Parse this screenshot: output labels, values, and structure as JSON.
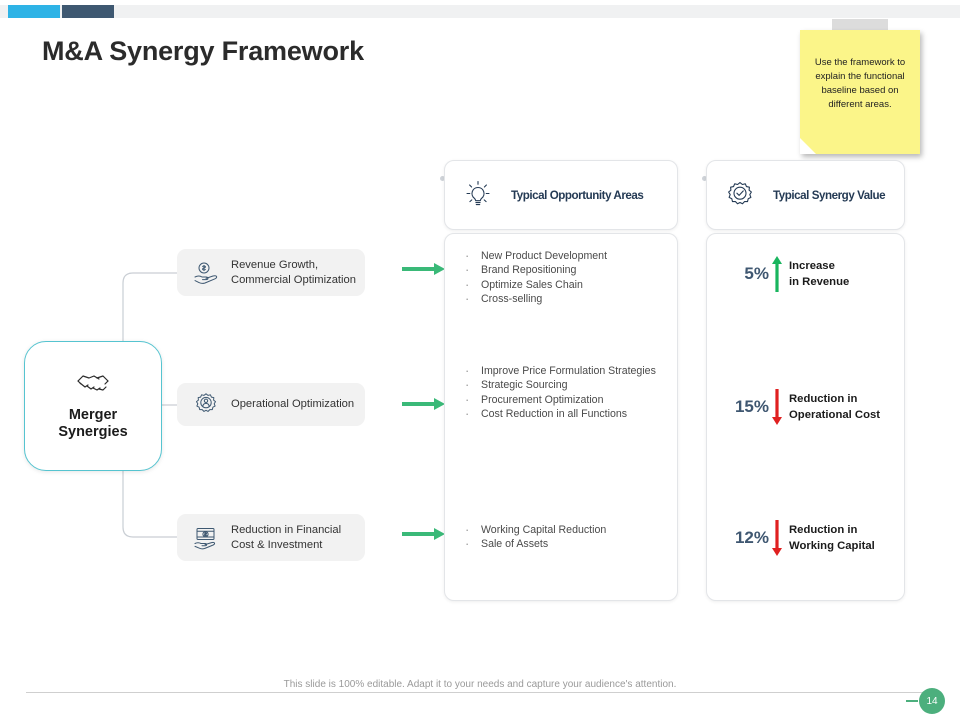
{
  "slide": {
    "title": "M&A Synergy Framework",
    "accent_cyan": "#2eb3e6",
    "accent_navy": "#3e5871",
    "accent_teal": "#56c4d0",
    "accent_green": "#2eb872",
    "accent_red": "#e02020",
    "page_number": "14"
  },
  "sticky_note": {
    "text": "Use the framework to explain the functional baseline based on different areas.",
    "color": "#fbf589"
  },
  "center": {
    "icon": "handshake-icon",
    "label_line1": "Merger",
    "label_line2": "Synergies"
  },
  "drivers": [
    {
      "icon": "hand-holding-dollar-icon",
      "label": "Revenue Growth, Commercial Optimization"
    },
    {
      "icon": "gear-person-icon",
      "label": "Operational Optimization"
    },
    {
      "icon": "banknotes-icon",
      "label": "Reduction in Financial Cost & Investment"
    }
  ],
  "columns": {
    "opportunity": {
      "icon": "lightbulb-icon",
      "title": "Typical Opportunity Areas",
      "groups": [
        [
          "New Product Development",
          "Brand Repositioning",
          "Optimize Sales Chain",
          "Cross-selling"
        ],
        [
          "Improve Price Formulation Strategies",
          "Strategic Sourcing",
          "Procurement Optimization",
          "Cost Reduction in all Functions"
        ],
        [
          "Working Capital Reduction",
          "Sale of Assets"
        ]
      ]
    },
    "synergy": {
      "icon": "gear-check-icon",
      "title": "Typical Synergy Value",
      "rows": [
        {
          "percent": "5%",
          "direction": "up",
          "color": "#2eb872",
          "label_line1": "Increase",
          "label_line2": "in Revenue"
        },
        {
          "percent": "15%",
          "direction": "down",
          "color": "#e02020",
          "label_line1": "Reduction  in",
          "label_line2": "Operational Cost"
        },
        {
          "percent": "12%",
          "direction": "down",
          "color": "#e02020",
          "label_line1": "Reduction  in",
          "label_line2": "Working Capital"
        }
      ]
    }
  },
  "footer": {
    "text": "This slide is 100% editable. Adapt it to your needs and capture your audience's attention."
  }
}
